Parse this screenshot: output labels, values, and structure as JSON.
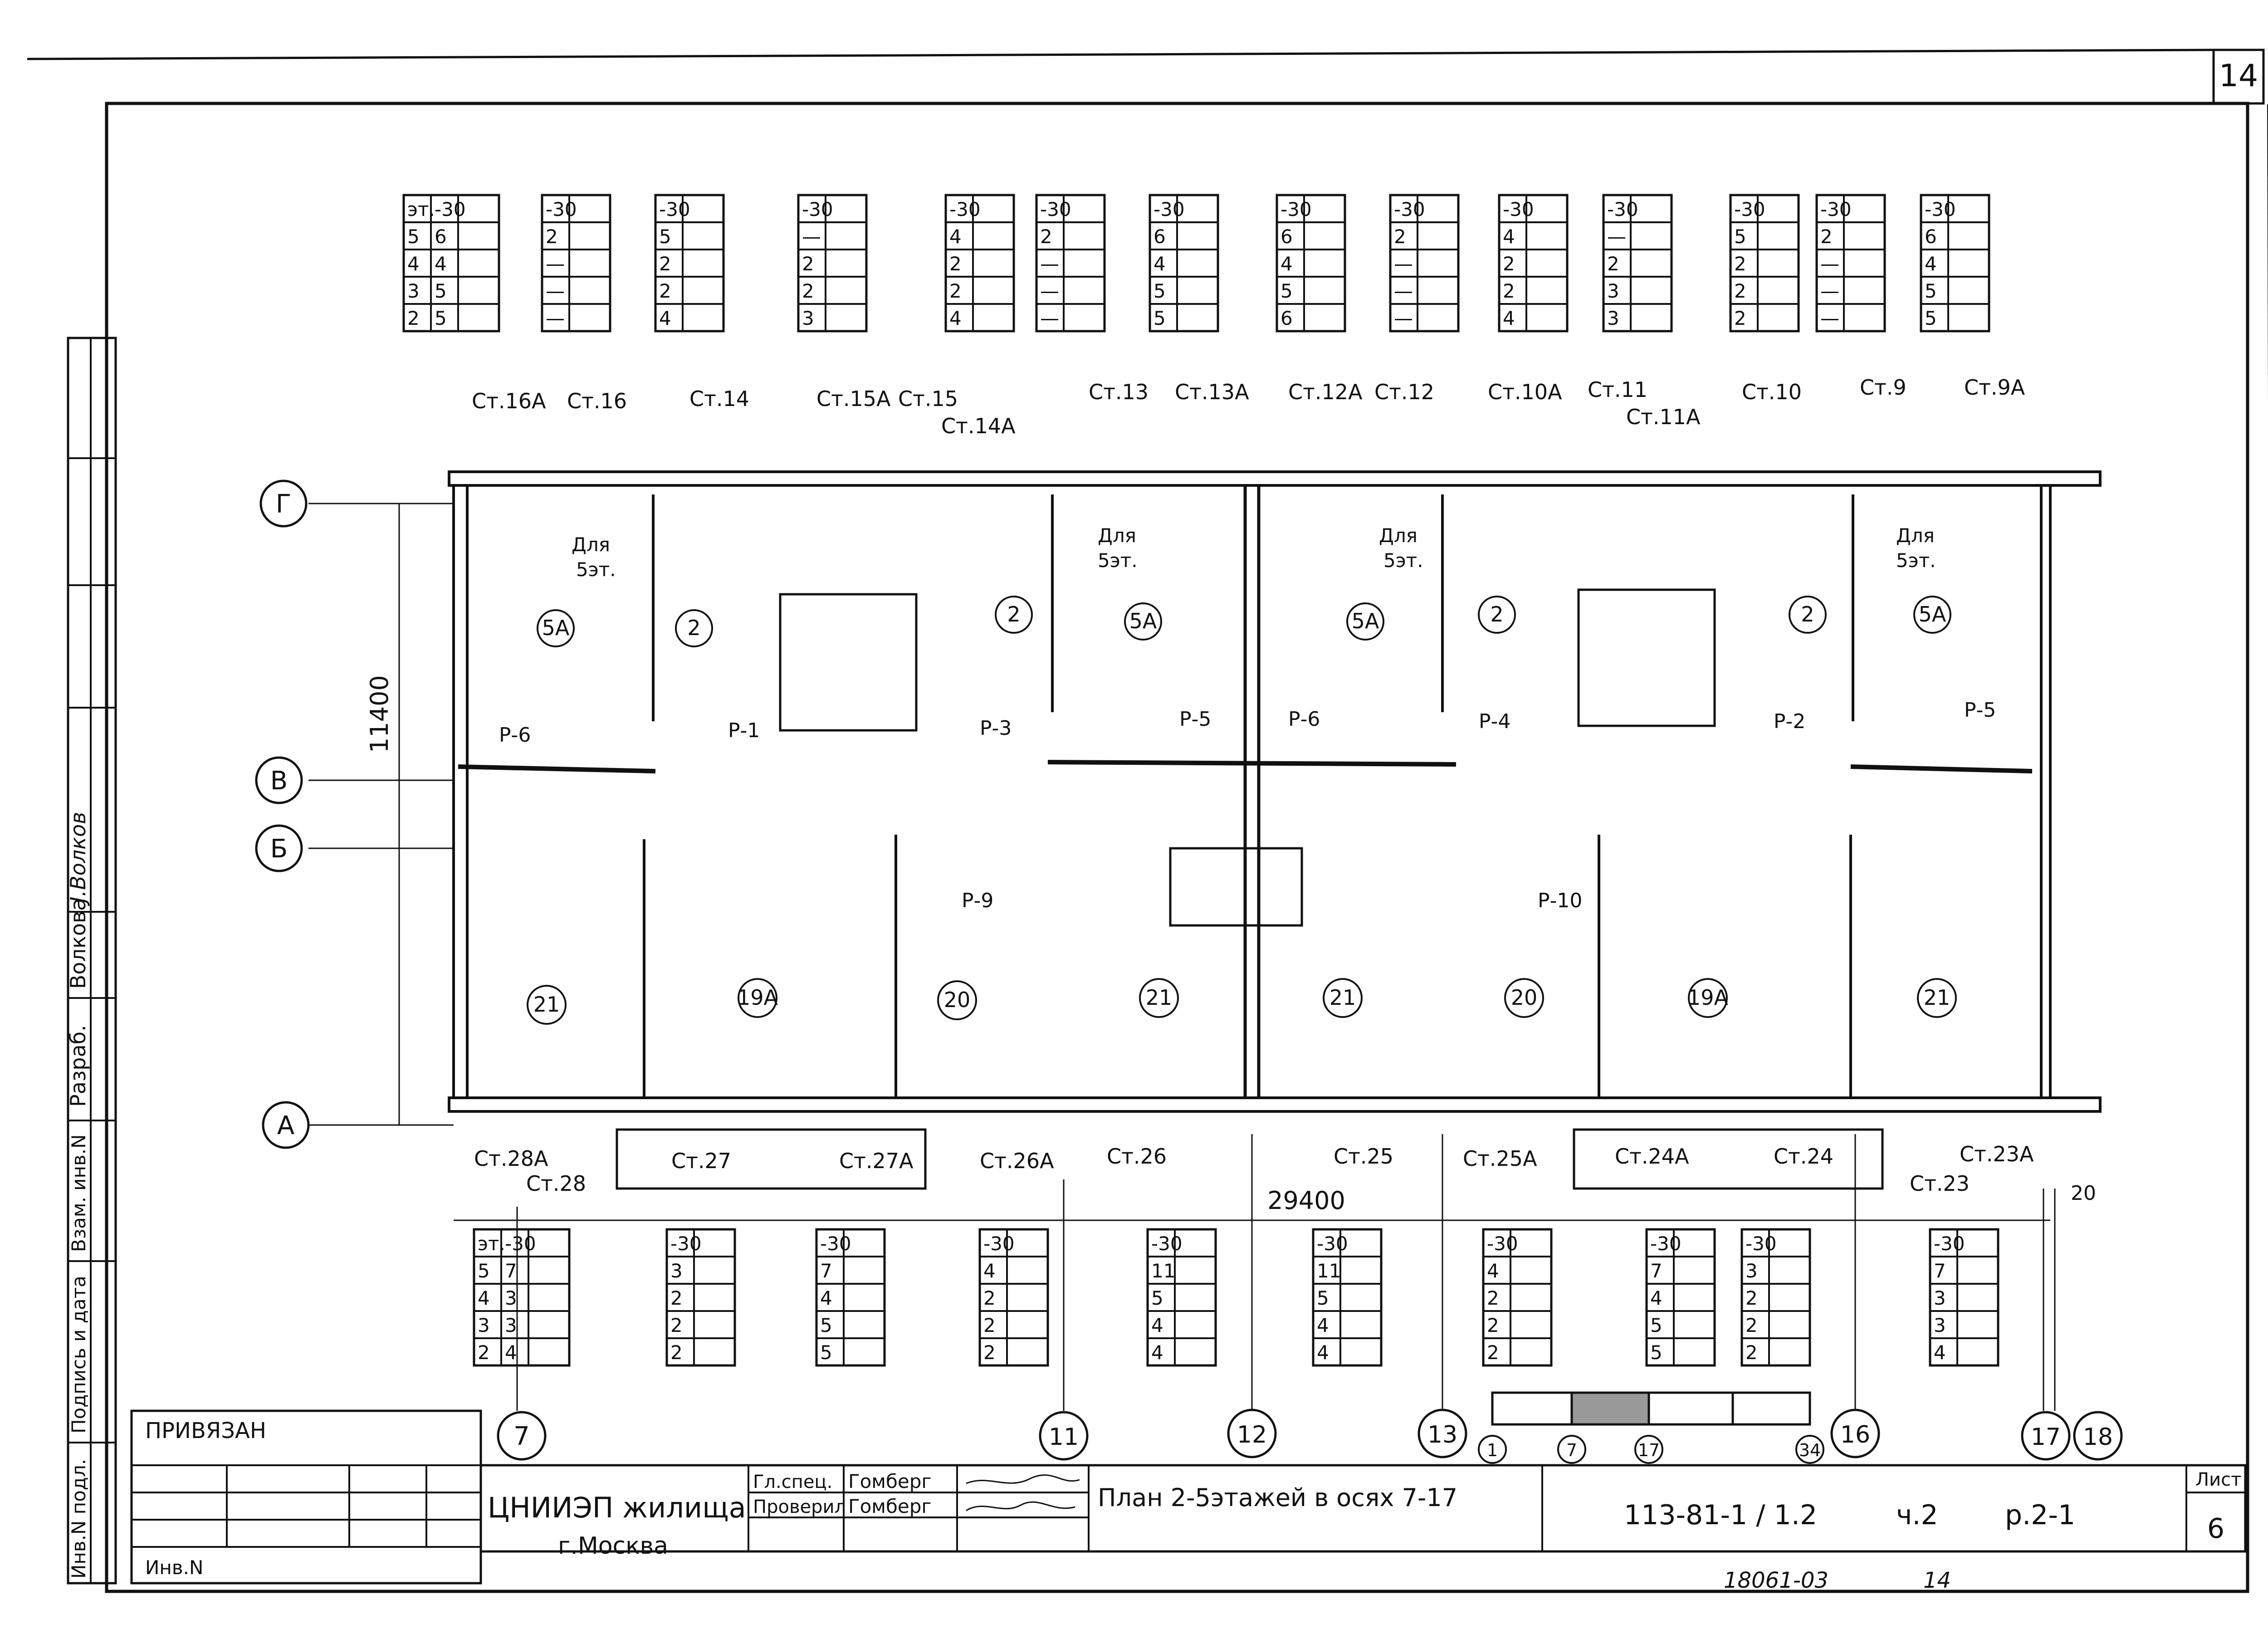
{
  "sheet_corner_number": "14",
  "axes": {
    "rows": [
      "Г",
      "В",
      "Б",
      "А"
    ],
    "columns": [
      "7",
      "11",
      "12",
      "13",
      "16",
      "17",
      "18"
    ]
  },
  "dimensions": {
    "vertical": "11400",
    "horizontal": "29400",
    "gap": "20"
  },
  "top_tables": [
    {
      "header": [
        "эт.",
        "-30"
      ],
      "rows": [
        [
          "5",
          "6"
        ],
        [
          "4",
          "4"
        ],
        [
          "3",
          "5"
        ],
        [
          "2",
          "5"
        ]
      ]
    },
    {
      "header": [
        "-30"
      ],
      "rows": [
        [
          "2"
        ],
        [
          "—"
        ],
        [
          "—"
        ],
        [
          "—"
        ]
      ]
    },
    {
      "header": [
        "-30"
      ],
      "rows": [
        [
          "5"
        ],
        [
          "2"
        ],
        [
          "2"
        ],
        [
          "4"
        ]
      ]
    },
    {
      "header": [
        "-30"
      ],
      "rows": [
        [
          "—"
        ],
        [
          "2"
        ],
        [
          "2"
        ],
        [
          "3"
        ]
      ]
    },
    {
      "header": [
        "-30"
      ],
      "rows": [
        [
          "4"
        ],
        [
          "2"
        ],
        [
          "2"
        ],
        [
          "4"
        ]
      ]
    },
    {
      "header": [
        "-30"
      ],
      "rows": [
        [
          "2"
        ],
        [
          "—"
        ],
        [
          "—"
        ],
        [
          "—"
        ]
      ]
    },
    {
      "header": [
        "-30"
      ],
      "rows": [
        [
          "6"
        ],
        [
          "4"
        ],
        [
          "5"
        ],
        [
          "5"
        ]
      ]
    },
    {
      "header": [
        "-30"
      ],
      "rows": [
        [
          "6"
        ],
        [
          "4"
        ],
        [
          "5"
        ],
        [
          "6"
        ]
      ]
    },
    {
      "header": [
        "-30"
      ],
      "rows": [
        [
          "2"
        ],
        [
          "—"
        ],
        [
          "—"
        ],
        [
          "—"
        ]
      ]
    },
    {
      "header": [
        "-30"
      ],
      "rows": [
        [
          "4"
        ],
        [
          "2"
        ],
        [
          "2"
        ],
        [
          "4"
        ]
      ]
    },
    {
      "header": [
        "-30"
      ],
      "rows": [
        [
          "—"
        ],
        [
          "2"
        ],
        [
          "3"
        ],
        [
          "3"
        ]
      ]
    },
    {
      "header": [
        "-30"
      ],
      "rows": [
        [
          "5"
        ],
        [
          "2"
        ],
        [
          "2"
        ],
        [
          "2"
        ]
      ]
    },
    {
      "header": [
        "-30"
      ],
      "rows": [
        [
          "2"
        ],
        [
          "—"
        ],
        [
          "—"
        ],
        [
          "—"
        ]
      ]
    },
    {
      "header": [
        "-30"
      ],
      "rows": [
        [
          "6"
        ],
        [
          "4"
        ],
        [
          "5"
        ],
        [
          "5"
        ]
      ]
    }
  ],
  "bottom_tables": [
    {
      "header": [
        "эт.",
        "-30"
      ],
      "rows": [
        [
          "5",
          "7"
        ],
        [
          "4",
          "3"
        ],
        [
          "3",
          "3"
        ],
        [
          "2",
          "4"
        ]
      ]
    },
    {
      "header": [
        "-30"
      ],
      "rows": [
        [
          "3"
        ],
        [
          "2"
        ],
        [
          "2"
        ],
        [
          "2"
        ]
      ]
    },
    {
      "header": [
        "-30"
      ],
      "rows": [
        [
          "7"
        ],
        [
          "4"
        ],
        [
          "5"
        ],
        [
          "5"
        ]
      ]
    },
    {
      "header": [
        "-30"
      ],
      "rows": [
        [
          "4"
        ],
        [
          "2"
        ],
        [
          "2"
        ],
        [
          "2"
        ]
      ]
    },
    {
      "header": [
        "-30"
      ],
      "rows": [
        [
          "11"
        ],
        [
          "5"
        ],
        [
          "4"
        ],
        [
          "4"
        ]
      ]
    },
    {
      "header": [
        "-30"
      ],
      "rows": [
        [
          "11"
        ],
        [
          "5"
        ],
        [
          "4"
        ],
        [
          "4"
        ]
      ]
    },
    {
      "header": [
        "-30"
      ],
      "rows": [
        [
          "4"
        ],
        [
          "2"
        ],
        [
          "2"
        ],
        [
          "2"
        ]
      ]
    },
    {
      "header": [
        "-30"
      ],
      "rows": [
        [
          "7"
        ],
        [
          "4"
        ],
        [
          "5"
        ],
        [
          "5"
        ]
      ]
    },
    {
      "header": [
        "-30"
      ],
      "rows": [
        [
          "3"
        ],
        [
          "2"
        ],
        [
          "2"
        ],
        [
          "2"
        ]
      ]
    },
    {
      "header": [
        "-30"
      ],
      "rows": [
        [
          "7"
        ],
        [
          "3"
        ],
        [
          "3"
        ],
        [
          "4"
        ]
      ]
    }
  ],
  "riser_labels_top": [
    "Ст.16А",
    "Ст.16",
    "Ст.14",
    "Ст.15А",
    "Ст.15",
    "Ст.14А",
    "Ст.13",
    "Ст.13А",
    "Ст.12А",
    "Ст.12",
    "Ст.10А",
    "Ст.11",
    "Ст.11А",
    "Ст.10",
    "Ст.9",
    "Ст.9А"
  ],
  "riser_labels_bottom": [
    "Ст.28А",
    "Ст.28",
    "Ст.27",
    "Ст.27А",
    "Ст.26А",
    "Ст.26",
    "Ст.25",
    "Ст.25А",
    "Ст.24А",
    "Ст.24",
    "Ст.23",
    "Ст.23А"
  ],
  "note_5th_floor": [
    "Для",
    "5эт."
  ],
  "plumbing_labels": [
    "Р-1",
    "Р-2",
    "Р-3",
    "Р-4",
    "Р-5",
    "Р-5",
    "Р-6",
    "Р-6",
    "Р-9",
    "Р-10"
  ],
  "room_numbers_top": [
    "5А",
    "2",
    "2",
    "5А",
    "5А",
    "2",
    "2",
    "5А"
  ],
  "room_numbers_bottom": [
    "21",
    "19А",
    "20",
    "21",
    "21",
    "20",
    "19А",
    "21"
  ],
  "key_plan_marks": [
    "1",
    "7",
    "17",
    "34"
  ],
  "left_stamp_labels": [
    "Разраб.",
    "Волкова",
    "Взам. инв.N",
    "Подпись и дата",
    "Инв.N подл."
  ],
  "left_stamp_signature": "J.Волков",
  "title_block": {
    "privyazan": "ПРИВЯЗАН",
    "inv_n": "Инв.N",
    "org_name": "ЦНИИЭП жилища",
    "city": "г.Москва",
    "roles": [
      {
        "role": "Гл.спец.",
        "name": "Гомберг"
      },
      {
        "role": "Проверил",
        "name": "Гомберг"
      }
    ],
    "drawing_title": "План 2-5этажей в осях 7-17",
    "code": "113-81-1 / 1.2",
    "part": "ч.2",
    "section": "р.2-1",
    "sheet_label": "Лист",
    "sheet_number": "6"
  },
  "footer_note": "18061-03",
  "footer_page": "14"
}
